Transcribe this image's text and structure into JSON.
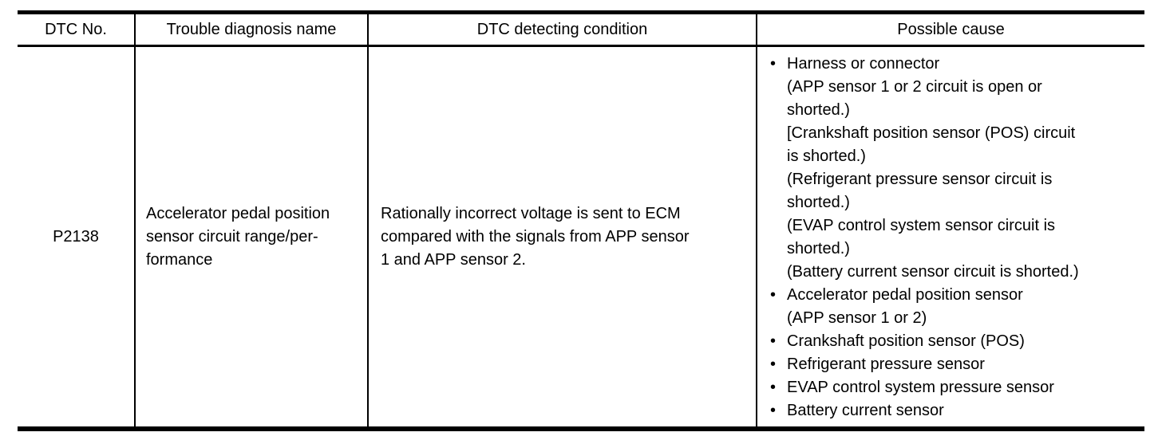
{
  "colors": {
    "background": "#ffffff",
    "text": "#000000",
    "border": "#000000"
  },
  "table": {
    "headers": [
      "DTC No.",
      "Trouble diagnosis name",
      "DTC detecting condition",
      "Possible cause"
    ],
    "rows": [
      {
        "dtc_no": "P2138",
        "trouble_diagnosis_name": "Accelerator pedal position\nsensor circuit range/per-\nformance",
        "dtc_detecting_condition": "Rationally incorrect voltage is sent to ECM\ncompared with the signals from APP sensor\n1 and APP sensor 2.",
        "possible_causes": [
          "Harness or connector\n(APP sensor 1 or 2 circuit is open or\nshorted.)\n[Crankshaft position sensor (POS) circuit\nis shorted.)\n(Refrigerant pressure sensor circuit is\nshorted.)\n(EVAP control system sensor circuit is\nshorted.)\n(Battery current sensor circuit is shorted.)",
          "Accelerator pedal position sensor\n(APP sensor 1 or 2)",
          "Crankshaft position sensor (POS)",
          "Refrigerant pressure sensor",
          "EVAP control system pressure sensor",
          "Battery current sensor"
        ]
      }
    ]
  }
}
